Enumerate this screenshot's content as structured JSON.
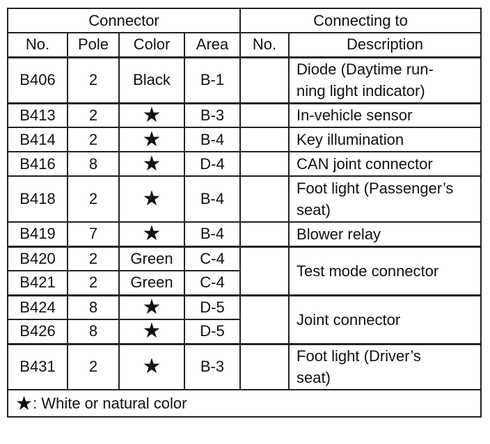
{
  "header": {
    "connector": "Connector",
    "connecting_to": "Connecting to",
    "col_no": "No.",
    "col_pole": "Pole",
    "col_color": "Color",
    "col_area": "Area",
    "col_conn_no": "No.",
    "col_description": "Description"
  },
  "rows": [
    {
      "no": "B406",
      "pole": "2",
      "color": "Black",
      "area": "B-1",
      "desc_line1": "Diode (Daytime run-",
      "desc_line2": "ning light indicator)"
    },
    {
      "no": "B413",
      "pole": "2",
      "color": "★",
      "area": "B-3",
      "desc": "In-vehicle sensor"
    },
    {
      "no": "B414",
      "pole": "2",
      "color": "★",
      "area": "B-4",
      "desc": "Key illumination"
    },
    {
      "no": "B416",
      "pole": "8",
      "color": "★",
      "area": "D-4",
      "desc": "CAN joint connector"
    },
    {
      "no": "B418",
      "pole": "2",
      "color": "★",
      "area": "B-4",
      "desc_line1": "Foot light (Passenger’s",
      "desc_line2": "seat)"
    },
    {
      "no": "B419",
      "pole": "7",
      "color": "★",
      "area": "B-4",
      "desc": "Blower relay"
    },
    {
      "no": "B420",
      "pole": "2",
      "color": "Green",
      "area": "C-4",
      "desc": "Test mode connector"
    },
    {
      "no": "B421",
      "pole": "2",
      "color": "Green",
      "area": "C-4"
    },
    {
      "no": "B424",
      "pole": "8",
      "color": "★",
      "area": "D-5",
      "desc": "Joint connector"
    },
    {
      "no": "B426",
      "pole": "8",
      "color": "★",
      "area": "D-5"
    },
    {
      "no": "B431",
      "pole": "2",
      "color": "★",
      "area": "B-3",
      "desc_line1": "Foot light (Driver’s",
      "desc_line2": "seat)"
    }
  ],
  "footer": {
    "star": "★",
    "note": ": White or natural color"
  }
}
